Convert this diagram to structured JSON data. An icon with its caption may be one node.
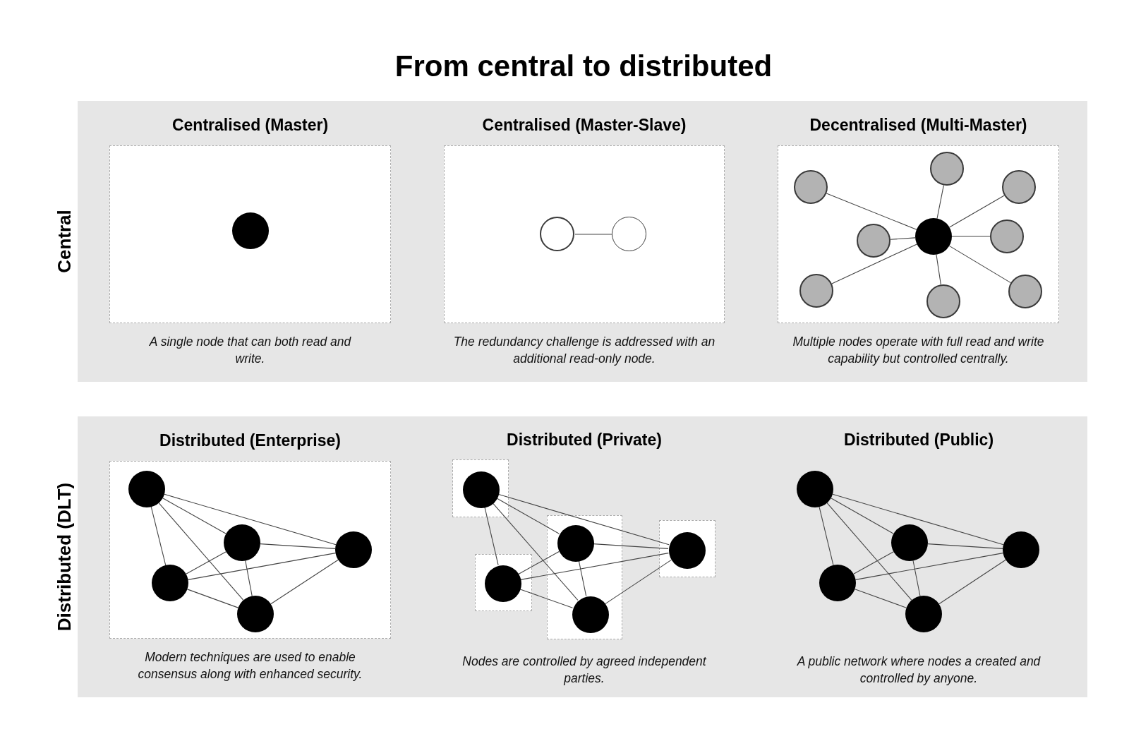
{
  "diagram": {
    "title": "From central to distributed",
    "nodes": [
      {
        "text": [
          "Central"
        ]
      },
      {
        "text": [
          "Centralised (Master)"
        ],
        "in": 0,
        "beside": [
          "A single node that can both read and write."
        ]
      },
      {
        "text": [],
        "shape": "circle",
        "in": 1
      },
      {
        "text": [
          "Centralised (Master-Slave)"
        ],
        "in": 0,
        "beside": [
          "The redundancy challenge is addressed with an additional read-only node."
        ]
      },
      {
        "text": [],
        "shape": "circle",
        "in": 3
      },
      {
        "text": [],
        "shape": "circle",
        "in": 3
      },
      {
        "text": [
          "Decentralised (Multi-Master)"
        ],
        "in": 0,
        "beside": [
          "Multiple nodes operate with full read and write capability but controlled centrally."
        ]
      },
      {
        "text": [],
        "shape": "circle",
        "in": 6
      },
      {
        "text": [],
        "shape": "circle",
        "in": 6
      },
      {
        "text": [],
        "shape": "circle",
        "in": 6
      },
      {
        "text": [],
        "shape": "circle",
        "in": 6
      },
      {
        "text": [],
        "shape": "circle",
        "in": 6
      },
      {
        "text": [],
        "shape": "circle",
        "in": 6
      },
      {
        "text": [],
        "shape": "circle",
        "in": 6
      },
      {
        "text": [],
        "shape": "circle",
        "in": 6
      },
      {
        "text": [],
        "shape": "circle",
        "in": 6
      },
      {
        "text": [
          "Distributed (DLT)"
        ]
      },
      {
        "text": [
          "Distributed (Enterprise)"
        ],
        "in": 16,
        "beside": [
          "Modern techniques are used to enable consensus along with enhanced security."
        ]
      },
      {
        "text": [],
        "shape": "circle",
        "in": 17
      },
      {
        "text": [],
        "shape": "circle",
        "in": 17
      },
      {
        "text": [],
        "shape": "circle",
        "in": 17
      },
      {
        "text": [],
        "shape": "circle",
        "in": 17
      },
      {
        "text": [],
        "shape": "circle",
        "in": 17
      },
      {
        "text": [],
        "shape": "box",
        "in": 16
      },
      {
        "text": [],
        "shape": "circle",
        "in": 23
      },
      {
        "text": [],
        "shape": "box",
        "in": 16
      },
      {
        "text": [],
        "shape": "circle",
        "in": 25
      },
      {
        "text": [],
        "shape": "circle",
        "in": 25
      },
      {
        "text": [],
        "shape": "box",
        "in": 16
      },
      {
        "text": [],
        "shape": "circle",
        "in": 28
      },
      {
        "text": [],
        "shape": "box",
        "in": 16
      },
      {
        "text": [],
        "shape": "circle",
        "in": 30
      },
      {
        "text": [],
        "shape": "circle",
        "in": 16
      },
      {
        "text": [],
        "shape": "circle",
        "in": 16
      },
      {
        "text": [],
        "shape": "circle",
        "in": 16
      },
      {
        "text": [],
        "shape": "circle",
        "in": 16
      },
      {
        "text": [],
        "shape": "circle",
        "in": 16
      }
    ],
    "edges": [
      {
        "from": 4,
        "to": 5,
        "arrow": "none"
      },
      {
        "from": 7,
        "to": 8,
        "arrow": "none"
      },
      {
        "from": 7,
        "to": 9,
        "arrow": "none"
      },
      {
        "from": 7,
        "to": 10,
        "arrow": "none"
      },
      {
        "from": 7,
        "to": 11,
        "arrow": "none"
      },
      {
        "from": 7,
        "to": 12,
        "arrow": "none"
      },
      {
        "from": 7,
        "to": 13,
        "arrow": "none"
      },
      {
        "from": 7,
        "to": 14,
        "arrow": "none"
      },
      {
        "from": 7,
        "to": 15,
        "arrow": "none"
      },
      {
        "from": 18,
        "to": 19,
        "arrow": "none"
      },
      {
        "from": 18,
        "to": 20,
        "arrow": "none"
      },
      {
        "from": 18,
        "to": 21,
        "arrow": "none"
      },
      {
        "from": 18,
        "to": 22,
        "arrow": "none"
      },
      {
        "from": 19,
        "to": 20,
        "arrow": "none"
      },
      {
        "from": 19,
        "to": 21,
        "arrow": "none"
      },
      {
        "from": 19,
        "to": 22,
        "arrow": "none"
      },
      {
        "from": 21,
        "to": 20,
        "arrow": "none"
      },
      {
        "from": 21,
        "to": 22,
        "arrow": "none"
      },
      {
        "from": 22,
        "to": 20,
        "arrow": "none"
      },
      {
        "from": 24,
        "to": 26,
        "arrow": "none"
      },
      {
        "from": 24,
        "to": 31,
        "arrow": "none"
      },
      {
        "from": 24,
        "to": 29,
        "arrow": "none"
      },
      {
        "from": 24,
        "to": 27,
        "arrow": "none"
      },
      {
        "from": 26,
        "to": 31,
        "arrow": "none"
      },
      {
        "from": 26,
        "to": 29,
        "arrow": "none"
      },
      {
        "from": 26,
        "to": 27,
        "arrow": "none"
      },
      {
        "from": 29,
        "to": 31,
        "arrow": "none"
      },
      {
        "from": 29,
        "to": 27,
        "arrow": "none"
      },
      {
        "from": 27,
        "to": 31,
        "arrow": "none"
      },
      {
        "from": 32,
        "to": 33,
        "arrow": "none"
      },
      {
        "from": 32,
        "to": 34,
        "arrow": "none"
      },
      {
        "from": 32,
        "to": 35,
        "arrow": "none"
      },
      {
        "from": 32,
        "to": 36,
        "arrow": "none"
      },
      {
        "from": 33,
        "to": 34,
        "arrow": "none"
      },
      {
        "from": 33,
        "to": 35,
        "arrow": "none"
      },
      {
        "from": 33,
        "to": 36,
        "arrow": "none"
      },
      {
        "from": 35,
        "to": 34,
        "arrow": "none"
      },
      {
        "from": 35,
        "to": 36,
        "arrow": "none"
      },
      {
        "from": 36,
        "to": 34,
        "arrow": "none"
      }
    ],
    "labels": [
      "Distributed (Private)",
      "Nodes are controlled by agreed independent parties.",
      "Distributed (Public)",
      "A public network where nodes a created and controlled by anyone."
    ]
  }
}
